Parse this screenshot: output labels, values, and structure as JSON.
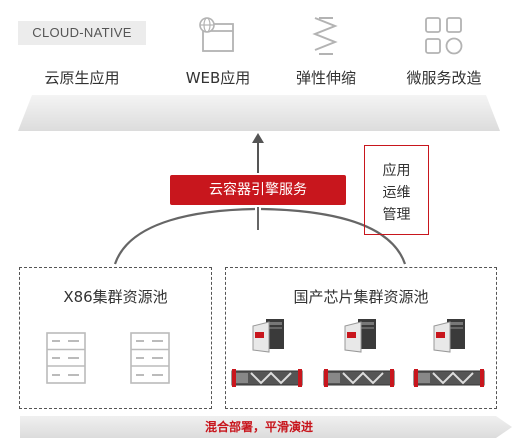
{
  "top": {
    "tag": "CLOUD-NATIVE",
    "cloud_native_app": "云原生应用",
    "web_app": "WEB应用",
    "elastic": "弹性伸缩",
    "microservice": "微服务改造"
  },
  "engine_label": "云容器引擎服务",
  "management": [
    "应用",
    "运维",
    "管理"
  ],
  "pools": {
    "x86_title": "X86集群资源池",
    "domestic_title": "国产芯片集群资源池"
  },
  "footer_text": "混合部署，平滑演进",
  "colors": {
    "accent": "#c8161d",
    "icon_gray": "#b3b3b3",
    "bar_gray": "#e6e6e6"
  },
  "icons": [
    "browser-icon",
    "zigzag-elastic-icon",
    "grid-microservice-icon",
    "server-rack-icon",
    "chip-box-icon",
    "rack-server-icon"
  ]
}
